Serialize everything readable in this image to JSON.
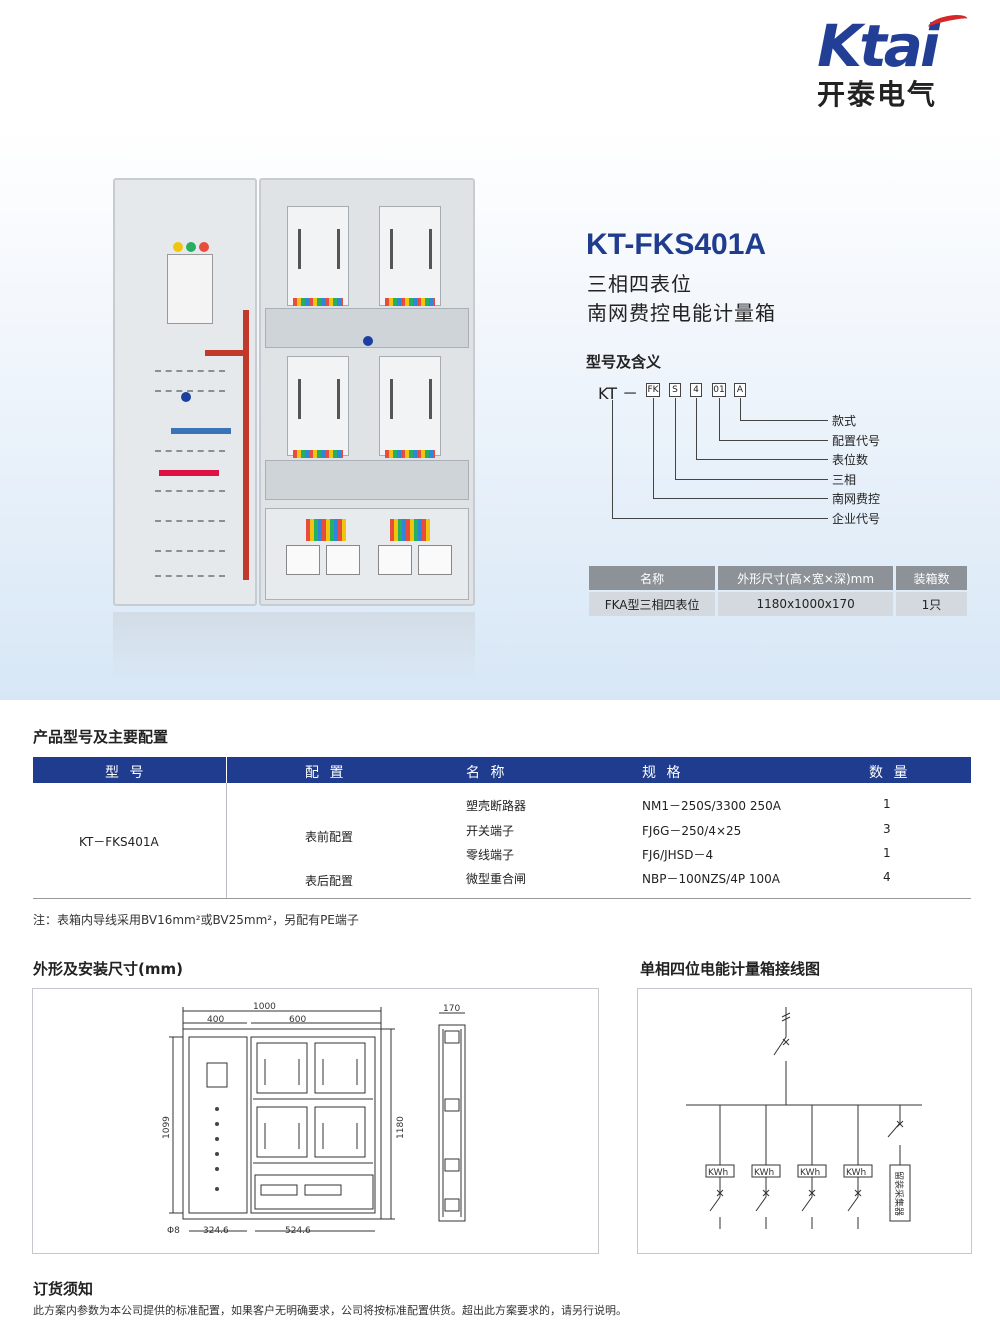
{
  "brand": {
    "logo_text": "Ktai",
    "name_cn": "开泰电气",
    "accent": "#1f3c8e",
    "logo_red": "#d62828"
  },
  "product": {
    "model": "KT-FKS401A",
    "subtitle_1": "三相四表位",
    "subtitle_2": "南网费控电能计量箱"
  },
  "model_meaning": {
    "title": "型号及含义",
    "prefix": "KT",
    "dash": "－",
    "codes": [
      "FK",
      "S",
      "4",
      "01",
      "A"
    ],
    "labels": [
      "款式",
      "配置代号",
      "表位数",
      "三相",
      "南网费控",
      "企业代号"
    ]
  },
  "spec_table": {
    "headers": [
      "名称",
      "外形尺寸(高×宽×深)mm",
      "装箱数"
    ],
    "row": [
      "FKA型三相四表位",
      "1180x1000x170",
      "1只"
    ]
  },
  "config": {
    "title": "产品型号及主要配置",
    "headers": [
      "型 号",
      "配 置",
      "名 称",
      "规 格",
      "数 量"
    ],
    "model": "KT－FKS401A",
    "group_front": "表前配置",
    "group_back": "表后配置",
    "rows": [
      {
        "name": "塑壳断路器",
        "spec": "NM1－250S/3300  250A",
        "qty": "1"
      },
      {
        "name": "开关端子",
        "spec": "FJ6G－250/4×25",
        "qty": "3"
      },
      {
        "name": "零线端子",
        "spec": "FJ6/JHSD－4",
        "qty": "1"
      },
      {
        "name": "微型重合闸",
        "spec": "NBP－100NZS/4P 100A",
        "qty": "4"
      }
    ],
    "note": "注：表箱内导线采用BV16mm²或BV25mm²，另配有PE端子"
  },
  "dimension_panel": {
    "title": "外形及安装尺寸(mm)",
    "dims": {
      "total_w": "1000",
      "left_w": "400",
      "right_w": "600",
      "height_l": "1099",
      "height_r": "1180",
      "depth": "170",
      "bottom_l": "324.6",
      "bottom_r": "524.6",
      "hole": "Φ8"
    }
  },
  "wiring_panel": {
    "title": "单相四位电能计量箱接线图",
    "meter_label": "KWh",
    "collector_label": "留装采集器"
  },
  "order": {
    "title": "订货须知",
    "text": "此方案内参数为本公司提供的标准配置，如果客户无明确要求，公司将按标准配置供货。超出此方案要求的，请另行说明。"
  }
}
